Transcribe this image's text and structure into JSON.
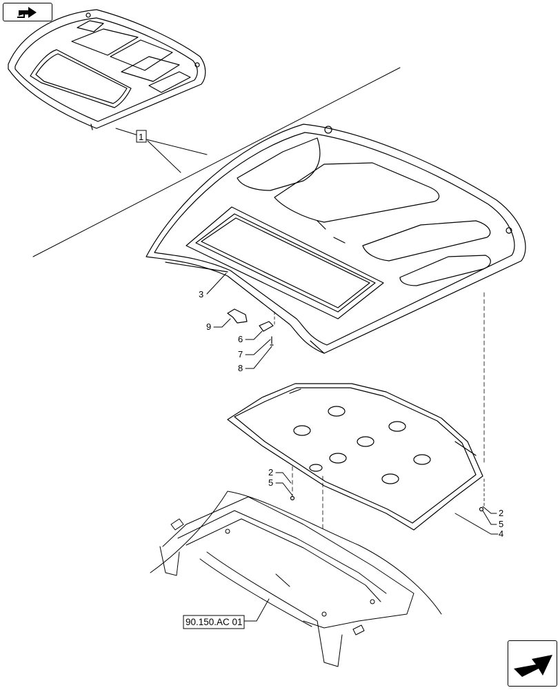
{
  "callouts": {
    "c1": "1",
    "c2a": "2",
    "c5a": "5",
    "c2b": "2",
    "c5b": "5",
    "c4": "4",
    "c3": "3",
    "c9": "9",
    "c6": "6",
    "c7": "7",
    "c8": "8"
  },
  "reference_label": "90.150.AC 01",
  "nav": {
    "prev_icon": "arrow-back-icon",
    "next_icon": "arrow-forward-icon"
  }
}
